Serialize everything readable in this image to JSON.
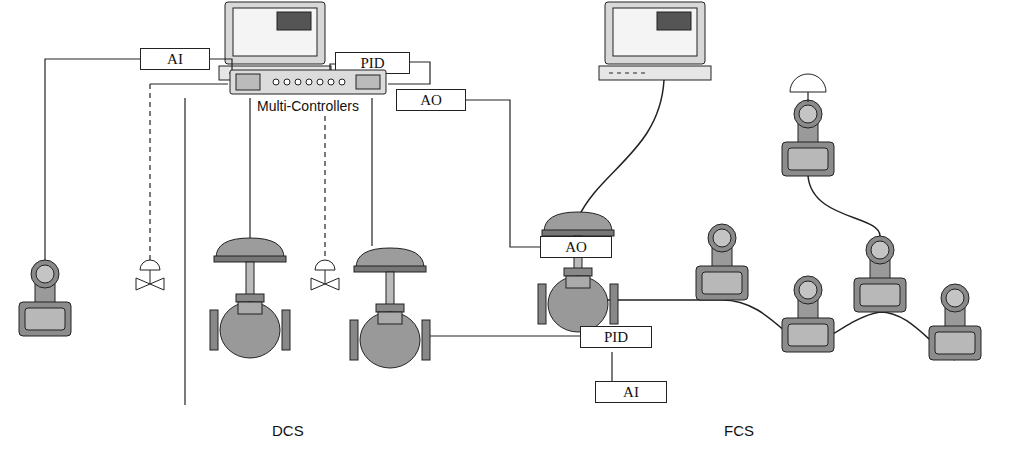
{
  "diagram": {
    "nodes": [
      {
        "text": [
          "AI"
        ]
      },
      {
        "text": [
          "PID"
        ]
      },
      {
        "text": [
          "Multi-Controllers"
        ]
      },
      {
        "text": [
          "AO"
        ]
      },
      {
        "text": [
          "AO"
        ]
      },
      {
        "text": [
          "PID"
        ]
      },
      {
        "text": [
          "AI"
        ]
      }
    ],
    "edges": [
      {
        "from": 3,
        "to": 4,
        "arrow": "none"
      }
    ],
    "labels": [
      "DCS",
      "FCS"
    ]
  }
}
